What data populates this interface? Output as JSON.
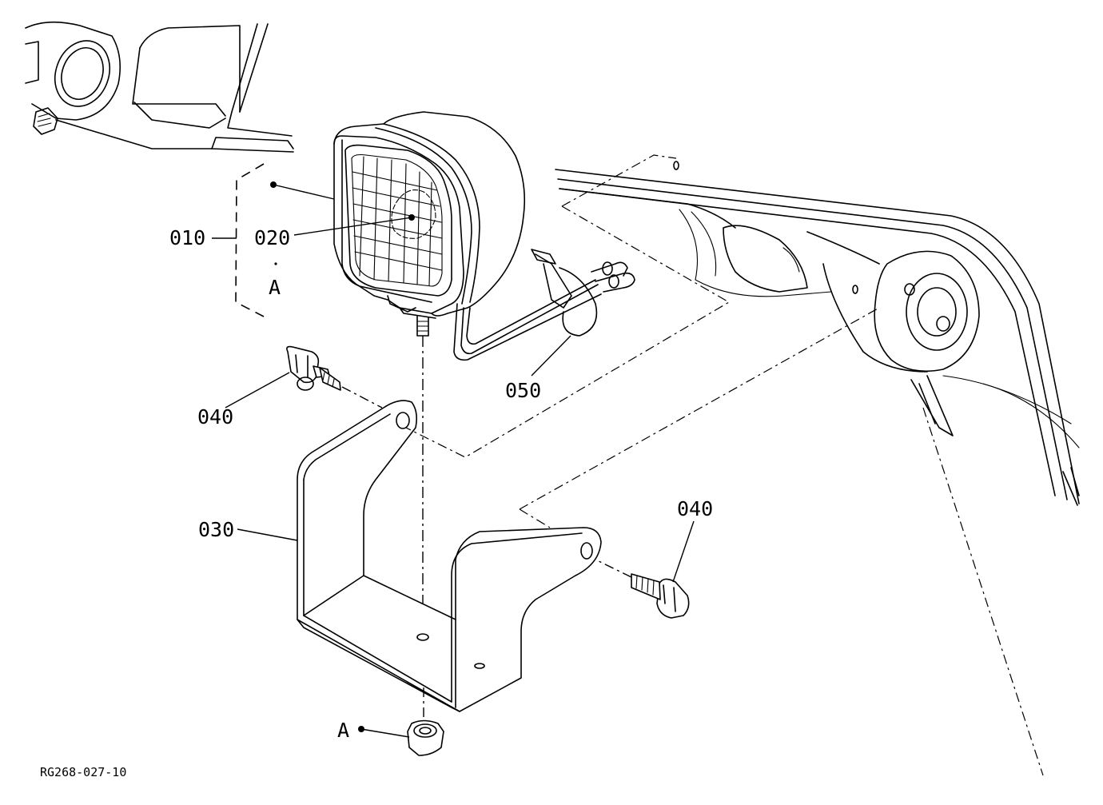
{
  "diagram": {
    "drawing_number": "RG268-027-10",
    "callouts": {
      "c010": "010",
      "c020": "020",
      "c030": "030",
      "c040_left": "040",
      "c040_right": "040",
      "c050": "050",
      "ref_a_top": "A",
      "ref_a_bottom": "A"
    }
  }
}
